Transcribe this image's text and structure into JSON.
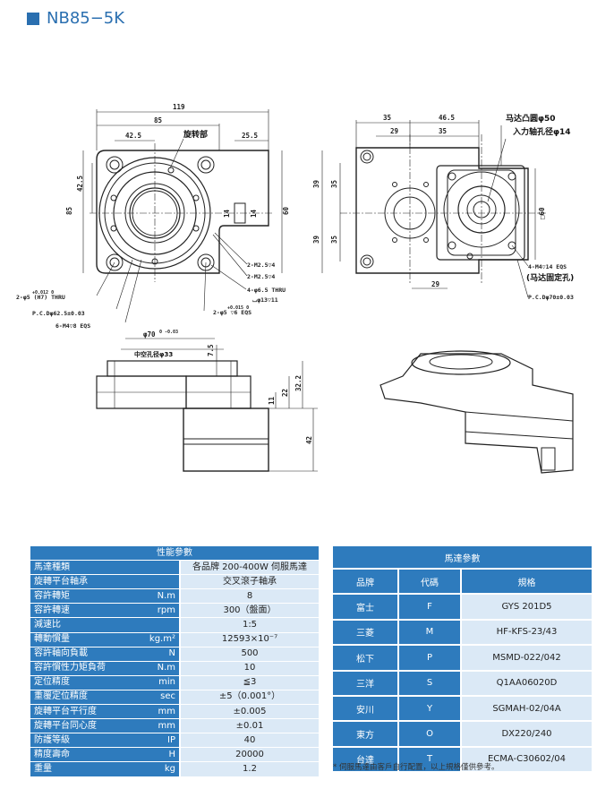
{
  "title": "NB85−5K",
  "drawing_labels": {
    "d119": "119",
    "d85": "85",
    "d42_5_top": "42.5",
    "d25_5": "25.5",
    "rotating_part": "旋转部",
    "d42_5_left": "42.5",
    "d85_left": "85",
    "d60": "60",
    "d14a": "14",
    "d14b": "14",
    "hole_m2_5a": "2-M2.5▽4",
    "hole_m2_5b": "2-M2.5▽4",
    "hole_4_6_5": "4-φ6.5 THRU",
    "hole_cb": "⌴φ13▽11",
    "hole_2_5_h7": "2-φ5 (H7) THRU",
    "hole_2_5_h7_tol": "+0.012 0",
    "pcd62": "P.C.Dφ62.5±0.03",
    "hole_6_m4": "6-M4▽8 EQS",
    "hole_2_5_6": "2-φ5 ▽6 EQS",
    "hole_2_5_6_tol": "+0.015 0",
    "d35a": "35",
    "d46_5": "46.5",
    "d29a": "29",
    "d35b": "35",
    "motor_boss": "马达凸圆φ50",
    "input_shaft": "入力轴孔径φ14",
    "d39a": "39",
    "d35c": "35",
    "d39b": "39",
    "d35d": "35",
    "sq60": "□60",
    "m4_eqs": "4-M4▽14 EQS",
    "motor_fix": "(马达固定孔)",
    "d29b": "29",
    "pcd70": "P.C.Dφ70±0.03",
    "d70": "φ70",
    "d70_tol": "0 -0.03",
    "hollow": "中空孔径φ33",
    "d7_5": "7.5",
    "d11": "11",
    "d22": "22",
    "d32_2": "32.2",
    "d42": "42"
  },
  "spec_table": {
    "header": "性能參數",
    "rows": [
      {
        "label": "馬達種類",
        "unit": "",
        "value": "各品牌 200-400W 伺服馬達"
      },
      {
        "label": "旋轉平台軸承",
        "unit": "",
        "value": "交叉滾子軸承"
      },
      {
        "label": "容許轉矩",
        "unit": "N.m",
        "value": "8"
      },
      {
        "label": "容許轉速",
        "unit": "rpm",
        "value": "300（盤面）"
      },
      {
        "label": "減速比",
        "unit": "",
        "value": "1:5"
      },
      {
        "label": "轉動慣量",
        "unit": "kg.m²",
        "value": "12593×10⁻⁷"
      },
      {
        "label": "容許軸向負載",
        "unit": "N",
        "value": "500"
      },
      {
        "label": "容許慣性力矩負荷",
        "unit": "N.m",
        "value": "10"
      },
      {
        "label": "定位精度",
        "unit": "min",
        "value": "≦3"
      },
      {
        "label": "重覆定位精度",
        "unit": "sec",
        "value": "±5（0.001°）"
      },
      {
        "label": "旋轉平台平行度",
        "unit": "mm",
        "value": "±0.005"
      },
      {
        "label": "旋轉平台同心度",
        "unit": "mm",
        "value": "±0.01"
      },
      {
        "label": "防護等級",
        "unit": "IP",
        "value": "40"
      },
      {
        "label": "精度壽命",
        "unit": "H",
        "value": "20000"
      },
      {
        "label": "重量",
        "unit": "kg",
        "value": "1.2"
      }
    ]
  },
  "motor_table": {
    "header": "馬達參數",
    "columns": [
      "品牌",
      "代碼",
      "規格"
    ],
    "rows": [
      {
        "brand": "富士",
        "code": "F",
        "spec": "GYS 201D5"
      },
      {
        "brand": "三菱",
        "code": "M",
        "spec": "HF-KFS-23/43"
      },
      {
        "brand": "松下",
        "code": "P",
        "spec": "MSMD-022/042"
      },
      {
        "brand": "三洋",
        "code": "S",
        "spec": "Q1AA06020D"
      },
      {
        "brand": "安川",
        "code": "Y",
        "spec": "SGMAH-02/04A"
      },
      {
        "brand": "東方",
        "code": "O",
        "spec": "DX220/240"
      },
      {
        "brand": "台達",
        "code": "T",
        "spec": "ECMA-C30602/04"
      }
    ]
  },
  "footnote": "* 伺服馬達由客戶自行配置，以上規格僅供參考。",
  "colors": {
    "accent": "#2e7bbd",
    "cell": "#dbe9f6"
  }
}
